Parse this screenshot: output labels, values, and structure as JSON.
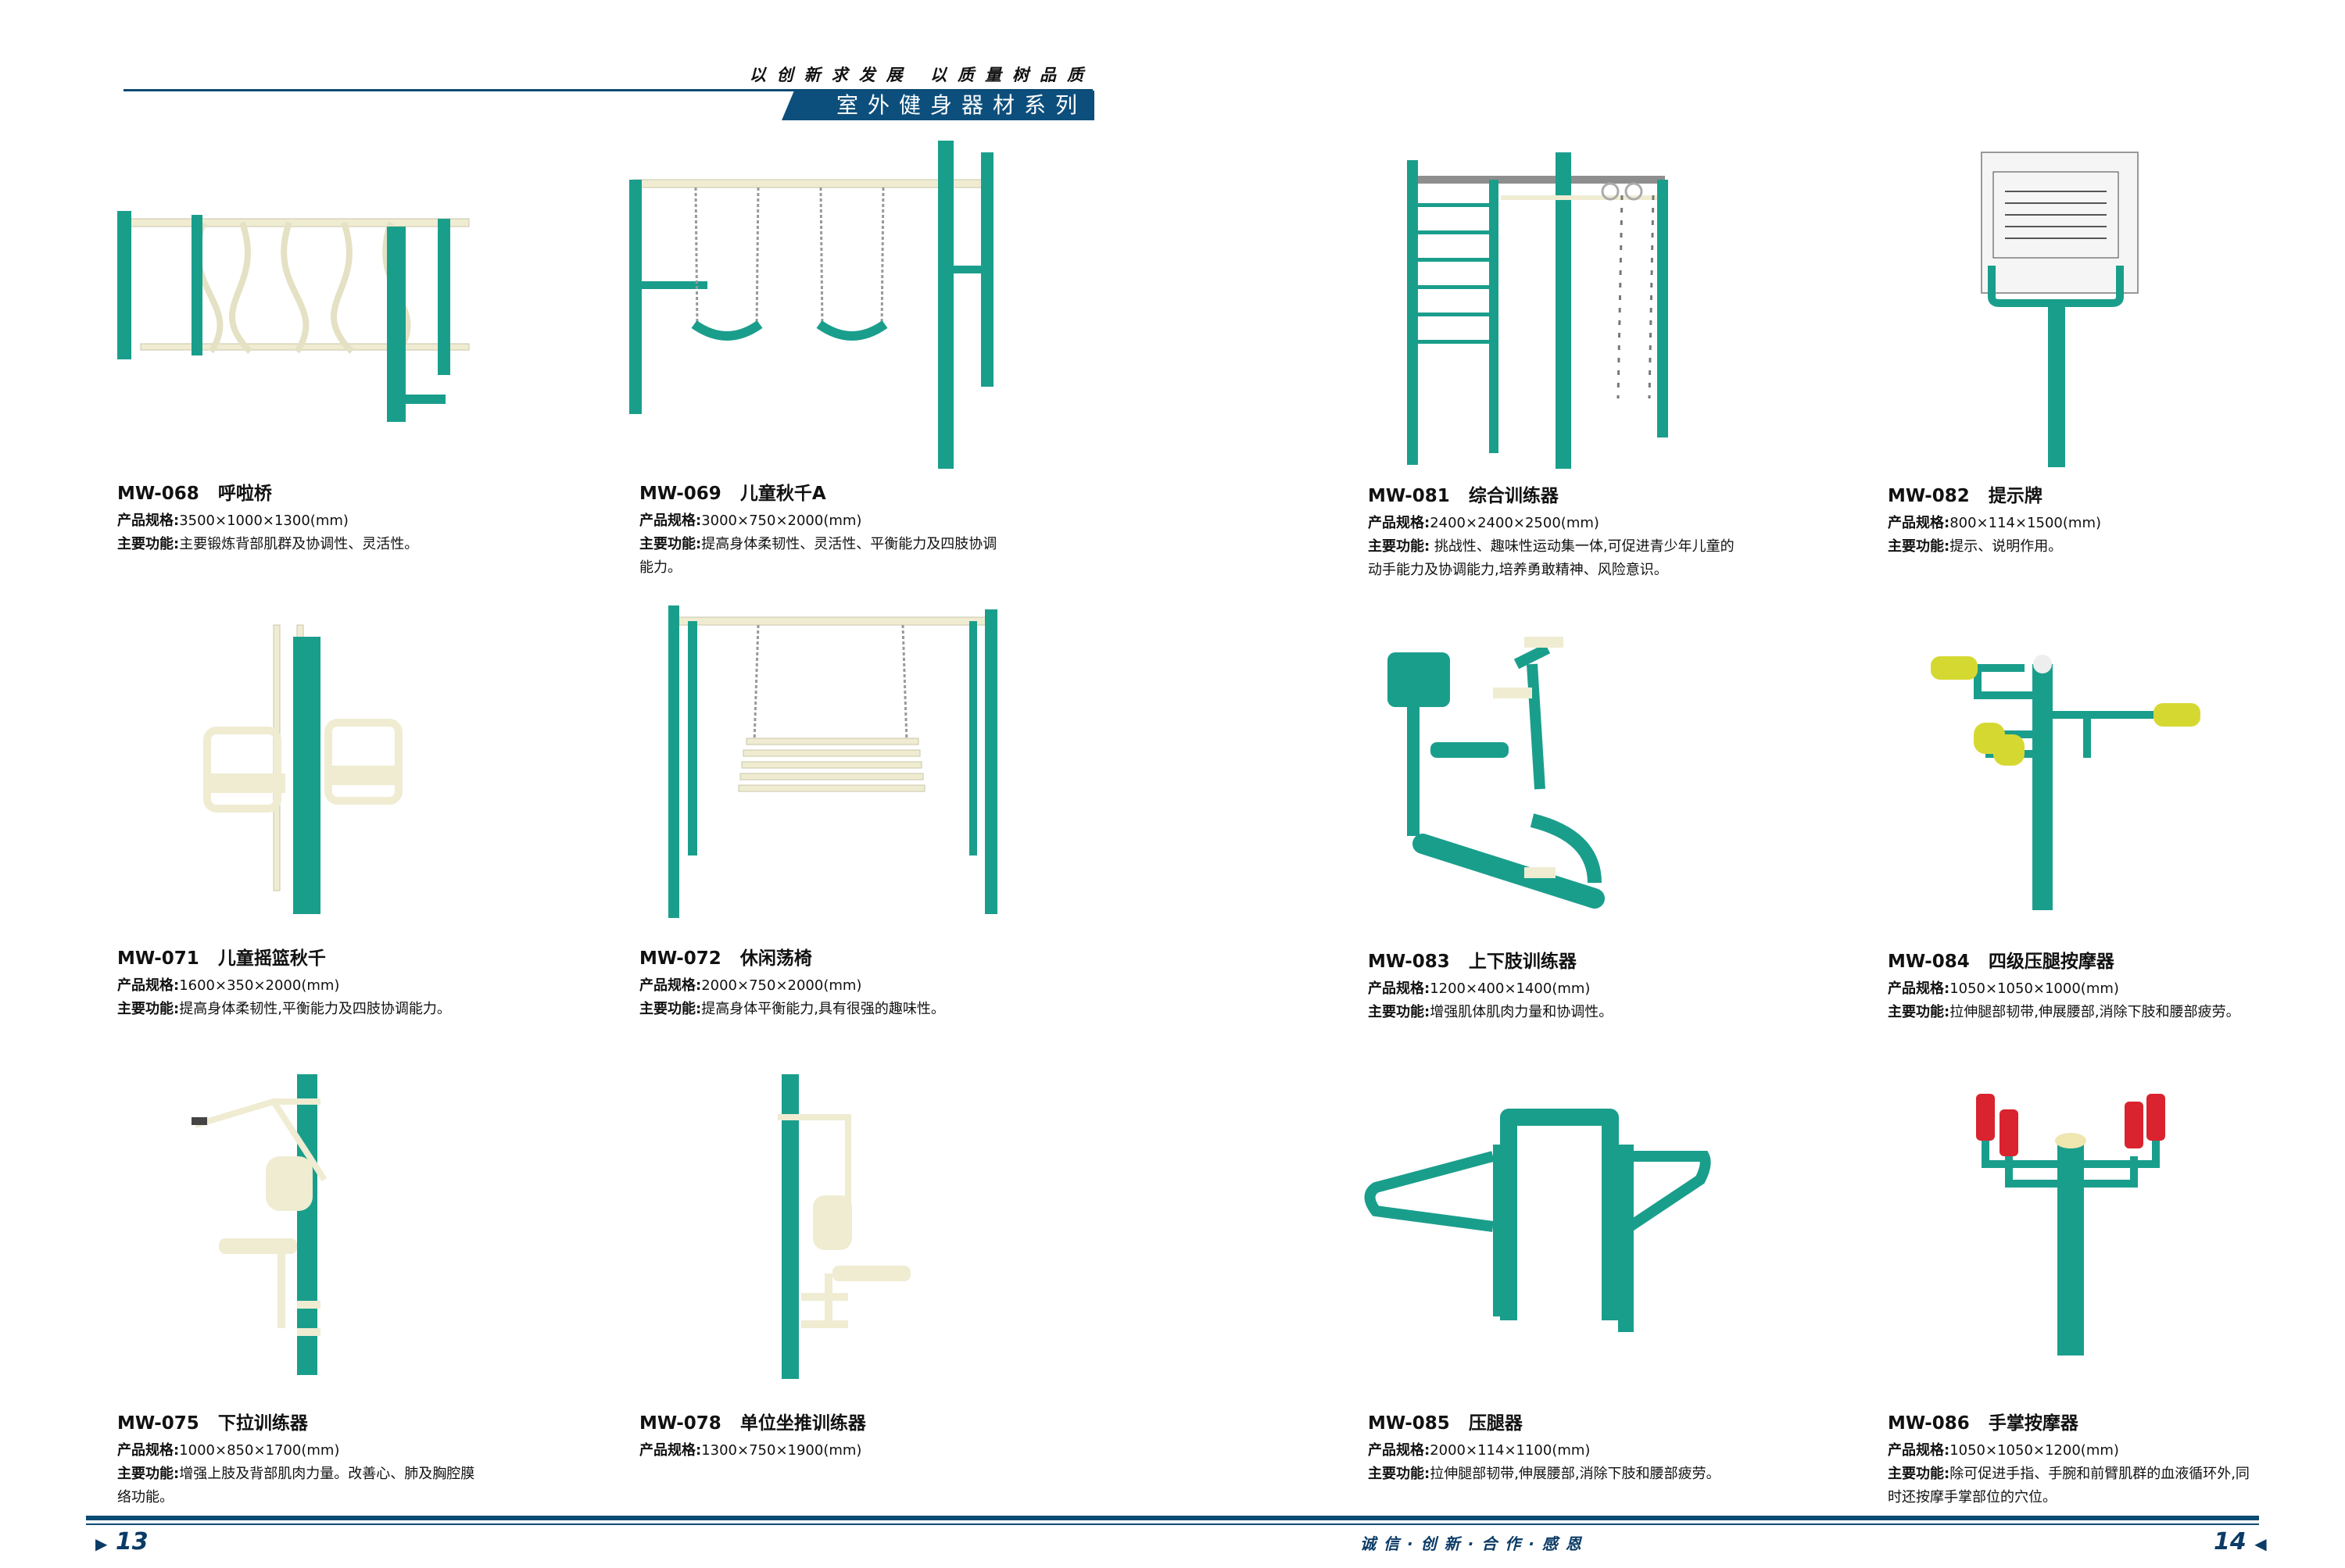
{
  "header": {
    "slogan": "以创新求发展  以质量树品质",
    "banner": "室外健身器材系列"
  },
  "footer": {
    "page_left": "13",
    "page_right": "14",
    "motto": "诚信·创新·合作·感恩"
  },
  "labels": {
    "spec": "产品规格:",
    "func": "主要功能:"
  },
  "colors": {
    "frame_green": "#1a9e8c",
    "cream": "#efecd2",
    "navy": "#0b4a73",
    "yellow": "#d6d832",
    "red": "#d9232e"
  },
  "products": [
    {
      "code": "MW-068",
      "name": "呼啦桥",
      "spec": "3500×1000×1300(mm)",
      "func": "主要锻炼背部肌群及协调性、灵活性。"
    },
    {
      "code": "MW-069",
      "name": "儿童秋千A",
      "spec": "3000×750×2000(mm)",
      "func": "提高身体柔韧性、灵活性、平衡能力及四肢协调能力。"
    },
    {
      "code": "MW-081",
      "name": "综合训练器",
      "spec": "2400×2400×2500(mm)",
      "func": " 挑战性、趣味性运动集一体,可促进青少年儿童的动手能力及协调能力,培养勇敢精神、风险意识。"
    },
    {
      "code": "MW-082",
      "name": "提示牌",
      "spec": "800×114×1500(mm)",
      "func": "提示、说明作用。"
    },
    {
      "code": "MW-071",
      "name": "儿童摇篮秋千",
      "spec": "1600×350×2000(mm)",
      "func": "提高身体柔韧性,平衡能力及四肢协调能力。"
    },
    {
      "code": "MW-072",
      "name": "休闲荡椅",
      "spec": "2000×750×2000(mm)",
      "func": "提高身体平衡能力,具有很强的趣味性。"
    },
    {
      "code": "MW-083",
      "name": "上下肢训练器",
      "spec": "1200×400×1400(mm)",
      "func": "增强肌体肌肉力量和协调性。"
    },
    {
      "code": "MW-084",
      "name": "四级压腿按摩器",
      "spec": "1050×1050×1000(mm)",
      "func": "拉伸腿部韧带,伸展腰部,消除下肢和腰部疲劳。"
    },
    {
      "code": "MW-075",
      "name": "下拉训练器",
      "spec": "1000×850×1700(mm)",
      "func": "增强上肢及背部肌肉力量。改善心、肺及胸腔膜络功能。"
    },
    {
      "code": "MW-078",
      "name": "单位坐推训练器",
      "spec": "1300×750×1900(mm)",
      "func": ""
    },
    {
      "code": "MW-085",
      "name": "压腿器",
      "spec": "2000×114×1100(mm)",
      "func": "拉伸腿部韧带,伸展腰部,消除下肢和腰部疲劳。"
    },
    {
      "code": "MW-086",
      "name": "手掌按摩器",
      "spec": "1050×1050×1200(mm)",
      "func": "除可促进手指、手腕和前臂肌群的血液循环外,同时还按摩手掌部位的穴位。"
    }
  ],
  "icons": [
    "arrow-right-icon",
    "arrow-left-icon"
  ]
}
